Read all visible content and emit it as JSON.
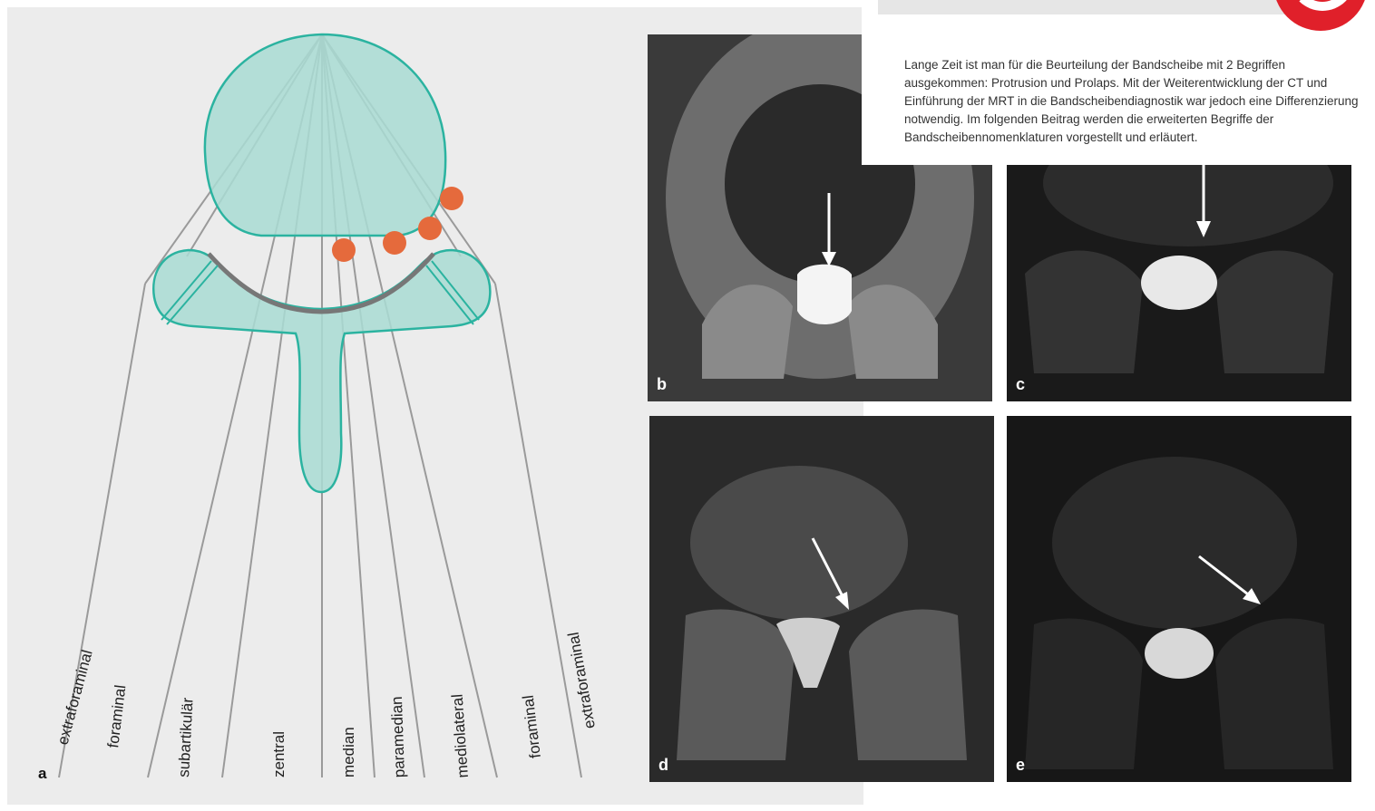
{
  "figure": {
    "panel_labels": {
      "a": "a",
      "b": "b",
      "c": "c",
      "d": "d",
      "e": "e"
    },
    "zone_labels": {
      "extraforaminal_left": "extraforaminal",
      "foraminal_left": "foraminal",
      "subartikular": "subartikulär",
      "zentral": "zentral",
      "median": "median",
      "paramedian": "paramedian",
      "mediolateral": "mediolateral",
      "foraminal_right": "foraminal",
      "extraforaminal_right": "extraforaminal"
    },
    "colors": {
      "vertebra_fill": "#a9dcd4",
      "vertebra_stroke": "#2bb3a0",
      "herniation_dots": "#e56a3c",
      "panel_background": "#ececec",
      "brand_badge": "#e0202a"
    },
    "brand_badge_icon": "logo-badge"
  },
  "abstract": {
    "text": "Lange Zeit ist man für die Beurteilung der Bandscheibe mit 2 Begriffen ausgekommen: Protrusion und Prolaps. Mit der Weiterentwicklung der CT und Einführung der MRT in die Bandscheibendiagnostik war jedoch eine Differenzierung notwendig. Im folgenden Beitrag werden die erweiterten Begriffe der Bandscheibennomenklaturen vorgestellt und erläutert."
  }
}
